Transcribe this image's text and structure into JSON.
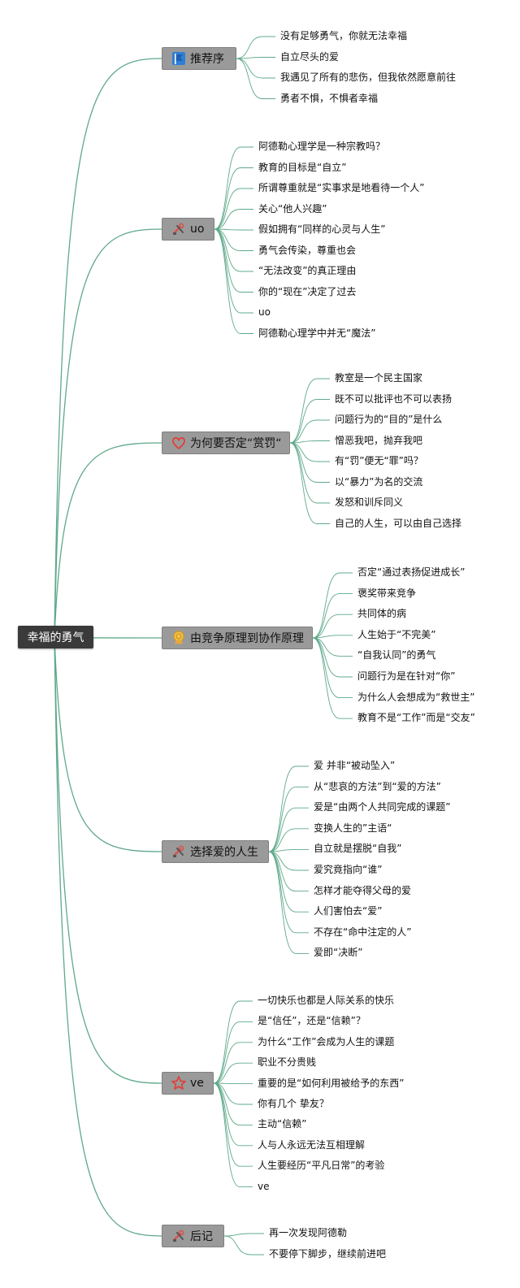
{
  "root": {
    "label": "幸福的勇气"
  },
  "colors": {
    "line": "#5fa98a",
    "root_bg": "#3a3a3a",
    "branch_bg": "#9a9a9a"
  },
  "branches": [
    {
      "label": "推荐序",
      "icon": "flag-icon",
      "children": [
        "没有足够勇气，你就无法幸福",
        "自立尽头的爱",
        "我遇见了所有的悲伤，但我依然愿意前往",
        "勇者不惧，不惧者幸福"
      ]
    },
    {
      "label": "uo",
      "icon": "tools-icon",
      "children": [
        "阿德勒心理学是一种宗教吗？",
        "教育的目标是“自立”",
        "所谓尊重就是“实事求是地看待一个人”",
        "关心“他人兴趣”",
        "假如拥有“同样的心灵与人生”",
        "勇气会传染，尊重也会",
        "“无法改变”的真正理由",
        "你的“现在”决定了过去",
        "uo",
        "阿德勒心理学中并无“魔法”"
      ]
    },
    {
      "label": "为何要否定“赏罚“",
      "icon": "heart-icon",
      "children": [
        "教室是一个民主国家",
        "既不可以批评也不可以表扬",
        "问题行为的“目的”是什么",
        "憎恶我吧，抛弃我吧",
        "有“罚”便无“罪”吗？",
        "以“暴力”为名的交流",
        "发怒和训斥同义",
        "自己的人生，可以由自己选择"
      ]
    },
    {
      "label": "由竞争原理到协作原理",
      "icon": "medal-icon",
      "children": [
        "否定“通过表扬促进成长”",
        "褒奖带来竞争",
        "共同体的病",
        "人生始于“不完美”",
        "“自我认同”的勇气",
        "问题行为是在针对“你”",
        "为什么人会想成为“救世主”",
        "教育不是“工作”而是“交友”"
      ]
    },
    {
      "label": "选择爱的人生",
      "icon": "tools-icon",
      "children": [
        "爱 并非“被动坠入”",
        "从“悲哀的方法”到“爱的方法”",
        "爱是“由两个人共同完成的课题”",
        "变换人生的”主语“",
        "自立就是摆脱“自我”",
        "爱究竟指向“谁”",
        "怎样才能夺得父母的爱",
        "人们害怕去“爱”",
        "不存在“命中注定的人”",
        "爱即“决断”"
      ]
    },
    {
      "label": "ve",
      "icon": "star-icon",
      "children": [
        "一切快乐也都是人际关系的快乐",
        "是“信任”，还是“信赖”？",
        "为什么“工作”会成为人生的课题",
        "职业不分贵贱",
        "重要的是“如何利用被给予的东西”",
        "你有几个 挚友？",
        "主动“信赖”",
        "人与人永远无法互相理解",
        "人生要经历“平凡日常”的考验",
        "ve"
      ]
    },
    {
      "label": "后记",
      "icon": "tools-icon",
      "children": [
        "再一次发现阿德勒",
        "不要停下脚步，继续前进吧"
      ]
    }
  ]
}
